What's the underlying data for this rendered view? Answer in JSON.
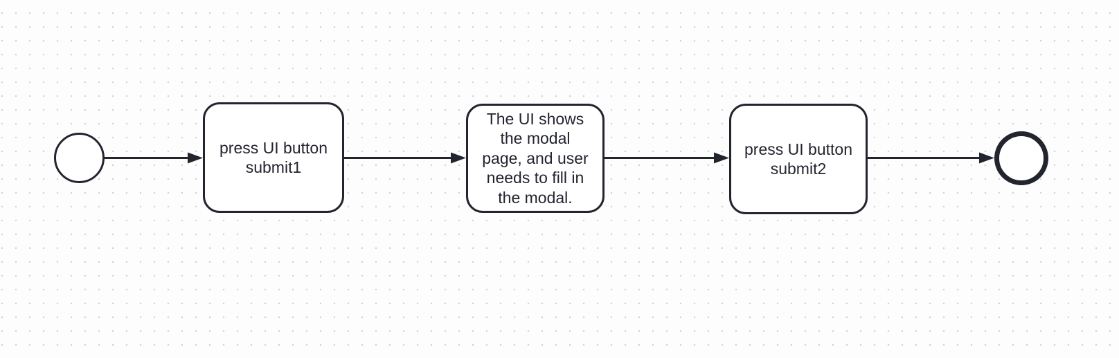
{
  "diagram": {
    "kind": "bpmn-process-flow",
    "nodes": [
      {
        "id": "start",
        "type": "start-event",
        "label": ""
      },
      {
        "id": "task1",
        "type": "task",
        "label": "press UI button\nsubmit1"
      },
      {
        "id": "task2",
        "type": "task",
        "label": "The UI shows\nthe modal\npage, and user\nneeds to fill in\nthe modal."
      },
      {
        "id": "task3",
        "type": "task",
        "label": "press UI button\nsubmit2"
      },
      {
        "id": "end",
        "type": "end-event",
        "label": ""
      }
    ],
    "flows": [
      {
        "from": "start",
        "to": "task1"
      },
      {
        "from": "task1",
        "to": "task2"
      },
      {
        "from": "task2",
        "to": "task3"
      },
      {
        "from": "task3",
        "to": "end"
      }
    ],
    "colors": {
      "stroke": "#22242e",
      "shape_fill": "#ffffff",
      "grid_dot": "#d2d2d2",
      "canvas_background": "#fdfdfd"
    }
  }
}
